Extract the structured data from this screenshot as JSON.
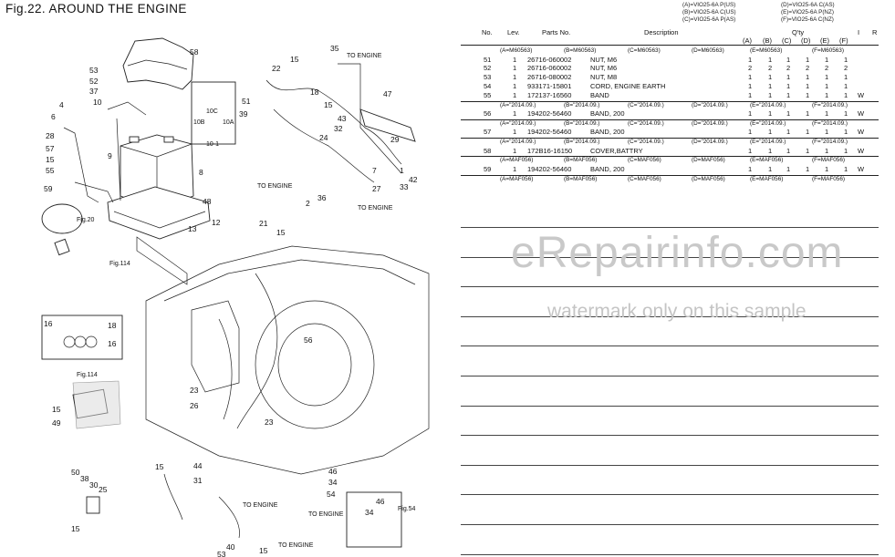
{
  "figure": {
    "title": "Fig.22.  AROUND THE ENGINE"
  },
  "models": {
    "A": "(A)=VIO25-6A P(US)",
    "B": "(B)=VIO25-6A C(US)",
    "C": "(C)=VIO25-6A P(AS)",
    "D": "(D)=VIO25-6A C(AS)",
    "E": "(E)=VIO25-6A P(NZ)",
    "F": "(F)=VIO25-6A C(NZ)"
  },
  "table": {
    "headers": {
      "no": "No.",
      "lev": "Lev.",
      "parts_no": "Parts No.",
      "description": "Description",
      "qty": "Q'ty",
      "i": "I",
      "r": "R"
    },
    "qty_columns": [
      "(A)",
      "(B)",
      "(C)",
      "(D)",
      "(E)",
      "(F)"
    ],
    "rows": [
      {
        "type": "serial",
        "cells": [
          "(A=M60563)",
          "(B=M60563)",
          "(C=M60563)",
          "(D=M60563)",
          "(E=M60563)",
          "(F=M60563)"
        ]
      },
      {
        "type": "part",
        "no": "51",
        "lev": "1",
        "part": "26716-060002",
        "desc": "NUT, M6",
        "qty": [
          "1",
          "1",
          "1",
          "1",
          "1",
          "1"
        ],
        "i": ""
      },
      {
        "type": "part",
        "no": "52",
        "lev": "1",
        "part": "26716-060002",
        "desc": "NUT, M6",
        "qty": [
          "2",
          "2",
          "2",
          "2",
          "2",
          "2"
        ],
        "i": ""
      },
      {
        "type": "part",
        "no": "53",
        "lev": "1",
        "part": "26716-080002",
        "desc": "NUT, M8",
        "qty": [
          "1",
          "1",
          "1",
          "1",
          "1",
          "1"
        ],
        "i": ""
      },
      {
        "type": "part",
        "no": "54",
        "lev": "1",
        "part": "933171-15801",
        "desc": "CORD, ENGINE EARTH",
        "qty": [
          "1",
          "1",
          "1",
          "1",
          "1",
          "1"
        ],
        "i": ""
      },
      {
        "type": "part",
        "no": "55",
        "lev": "1",
        "part": "172137-16560",
        "desc": "BAND",
        "qty": [
          "1",
          "1",
          "1",
          "1",
          "1",
          "1"
        ],
        "i": "W"
      },
      {
        "type": "serial",
        "cells": [
          "(A=\"2014.09.)",
          "(B=\"2014.09.)",
          "(C=\"2014.09.)",
          "(D=\"2014.09.)",
          "(E=\"2014.09.)",
          "(F=\"2014.09.)"
        ]
      },
      {
        "type": "part",
        "no": "56",
        "lev": "1",
        "part": "194202-56460",
        "desc": "BAND, 200",
        "qty": [
          "1",
          "1",
          "1",
          "1",
          "1",
          "1"
        ],
        "i": "W"
      },
      {
        "type": "serial",
        "cells": [
          "(A=\"2014.09.)",
          "(B=\"2014.09.)",
          "(C=\"2014.09.)",
          "(D=\"2014.09.)",
          "(E=\"2014.09.)",
          "(F=\"2014.09.)"
        ]
      },
      {
        "type": "part",
        "no": "57",
        "lev": "1",
        "part": "194202-56460",
        "desc": "BAND, 200",
        "qty": [
          "1",
          "1",
          "1",
          "1",
          "1",
          "1"
        ],
        "i": "W"
      },
      {
        "type": "serial",
        "cells": [
          "(A=\"2014.09.)",
          "(B=\"2014.09.)",
          "(C=\"2014.09.)",
          "(D=\"2014.09.)",
          "(E=\"2014.09.)",
          "(F=\"2014.09.)"
        ]
      },
      {
        "type": "part",
        "no": "58",
        "lev": "1",
        "part": "172B16-16150",
        "desc": "COVER,BATTRY",
        "qty": [
          "1",
          "1",
          "1",
          "1",
          "1",
          "1"
        ],
        "i": "W"
      },
      {
        "type": "serial",
        "cells": [
          "(A=MAF056)",
          "(B=MAF056)",
          "(C=MAF056)",
          "(D=MAF056)",
          "(E=MAF056)",
          "(F=MAF056)"
        ]
      },
      {
        "type": "part",
        "no": "59",
        "lev": "1",
        "part": "194202-56460",
        "desc": "BAND, 200",
        "qty": [
          "1",
          "1",
          "1",
          "1",
          "1",
          "1"
        ],
        "i": "W"
      },
      {
        "type": "serial",
        "cells": [
          "(A=MAF056)",
          "(B=MAF056)",
          "(C=MAF056)",
          "(D=MAF056)",
          "(E=MAF056)",
          "(F=MAF056)"
        ]
      }
    ]
  },
  "watermark": {
    "site": "eRepairinfo.com",
    "note": "watermark only on this sample"
  },
  "diagram": {
    "callouts": [
      "58",
      "53",
      "52",
      "37",
      "4",
      "10",
      "51",
      "35",
      "15",
      "22",
      "47",
      "6",
      "9",
      "28",
      "57",
      "15",
      "55",
      "59",
      "8",
      "48",
      "10C",
      "10B",
      "10A",
      "10-1",
      "39",
      "18",
      "15",
      "43",
      "32",
      "24",
      "29",
      "7",
      "27",
      "1",
      "33",
      "42",
      "36",
      "2",
      "13",
      "12",
      "21",
      "15",
      "16",
      "18",
      "16",
      "15",
      "49",
      "23",
      "26",
      "23",
      "56",
      "50",
      "38",
      "30",
      "25",
      "15",
      "44",
      "31",
      "46",
      "34",
      "54",
      "34",
      "46",
      "40",
      "53",
      "15",
      "15"
    ],
    "refs": {
      "fig20": "Fig.20",
      "fig114a": "Fig.114",
      "fig114b": "Fig.114",
      "fig54": "Fig.54"
    },
    "to_engine": "TO ENGINE"
  }
}
